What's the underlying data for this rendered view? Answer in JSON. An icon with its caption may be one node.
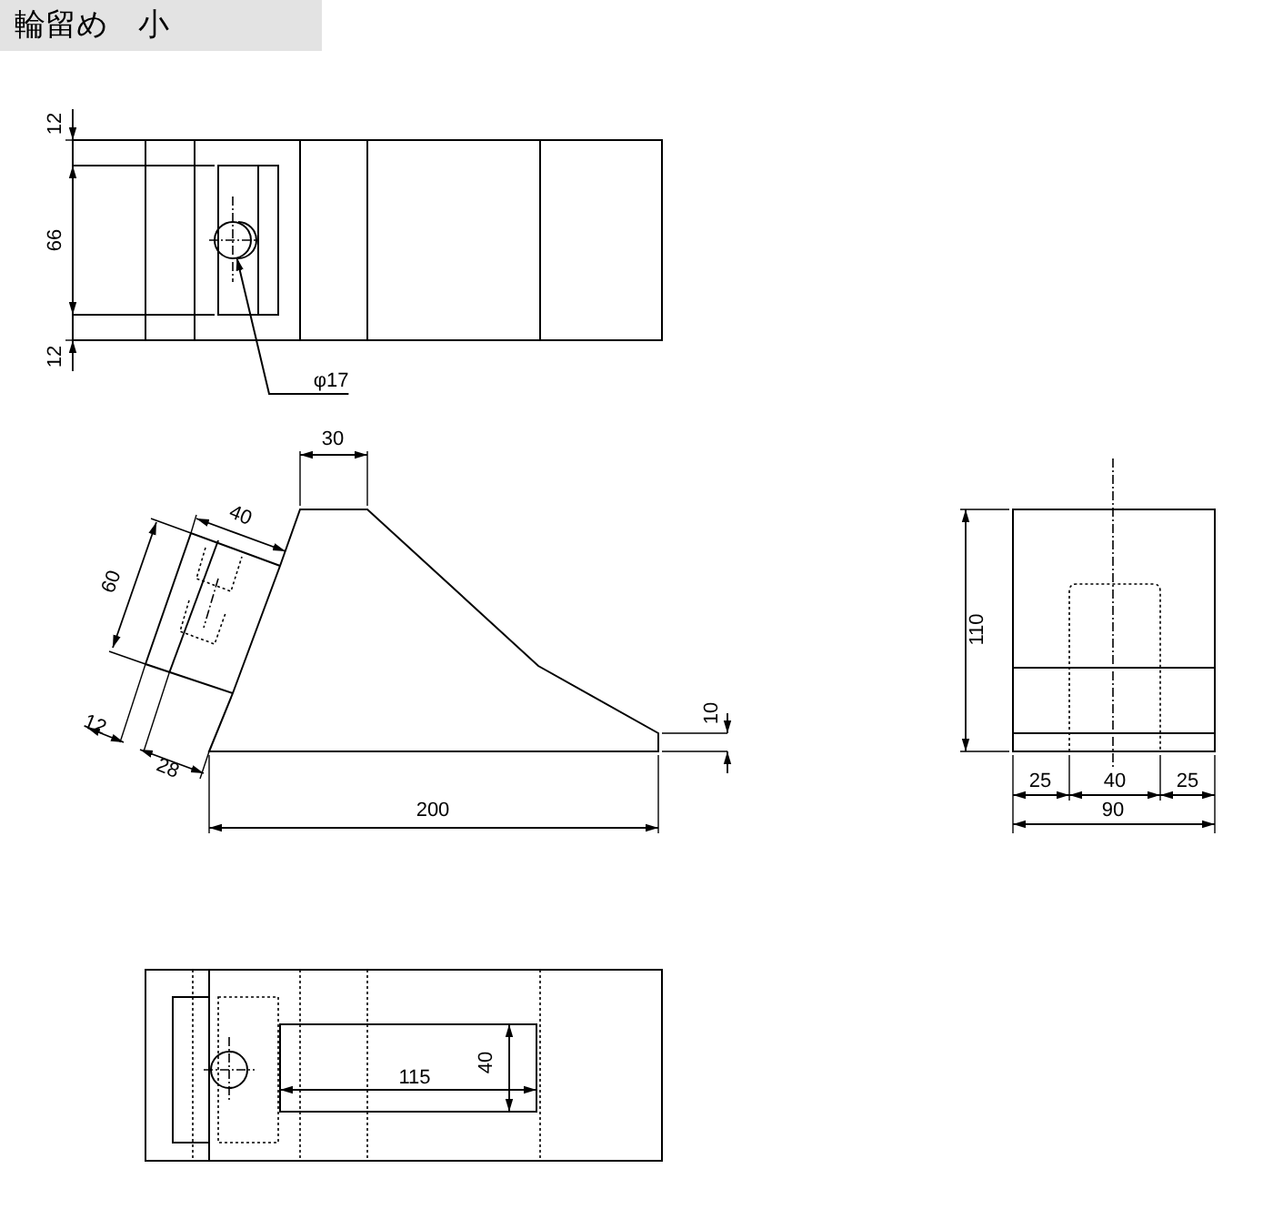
{
  "diagram": {
    "title": "輪留め　小",
    "nodes": [
      {
        "text": [
          "φ17"
        ]
      },
      {
        "text": [],
        "shape": "circle"
      }
    ],
    "edges": [
      {
        "from": 0,
        "to": 1,
        "arrow": "to"
      }
    ],
    "labels": [
      "12",
      "66",
      "12",
      "30",
      "40",
      "60",
      "12",
      "28",
      "10",
      "200",
      "110",
      "25",
      "40",
      "25",
      "90",
      "115",
      "40"
    ]
  }
}
